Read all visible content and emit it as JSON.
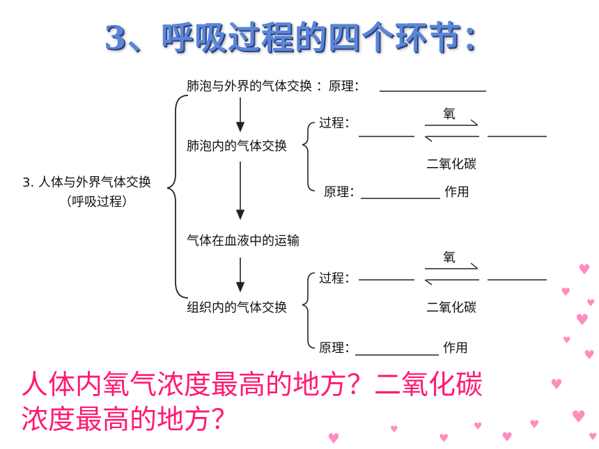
{
  "title": "3、呼吸过程的四个环节：",
  "root": {
    "line1": "3. 人体与外界气体交换",
    "line2": "（呼吸过程）"
  },
  "steps": [
    {
      "label": "肺泡与外界的气体交换 ：原理："
    },
    {
      "label": "肺泡内的气体交换"
    },
    {
      "label": "气体在血液中的运输"
    },
    {
      "label": "组织内的气体交换"
    }
  ],
  "branch1": {
    "process_label": "过程：",
    "top_gas": "氧",
    "bottom_gas": "二氧化碳",
    "principle_label": "原理：",
    "suffix": "作用"
  },
  "branch2": {
    "process_label": "过程：",
    "top_gas": "氧",
    "bottom_gas": "二氧化碳",
    "principle_label": "原理：",
    "suffix": "作用"
  },
  "question": {
    "line1": "人体内氧气浓度最高的地方？二氧化碳",
    "line2": "浓度最高的地方？"
  }
}
